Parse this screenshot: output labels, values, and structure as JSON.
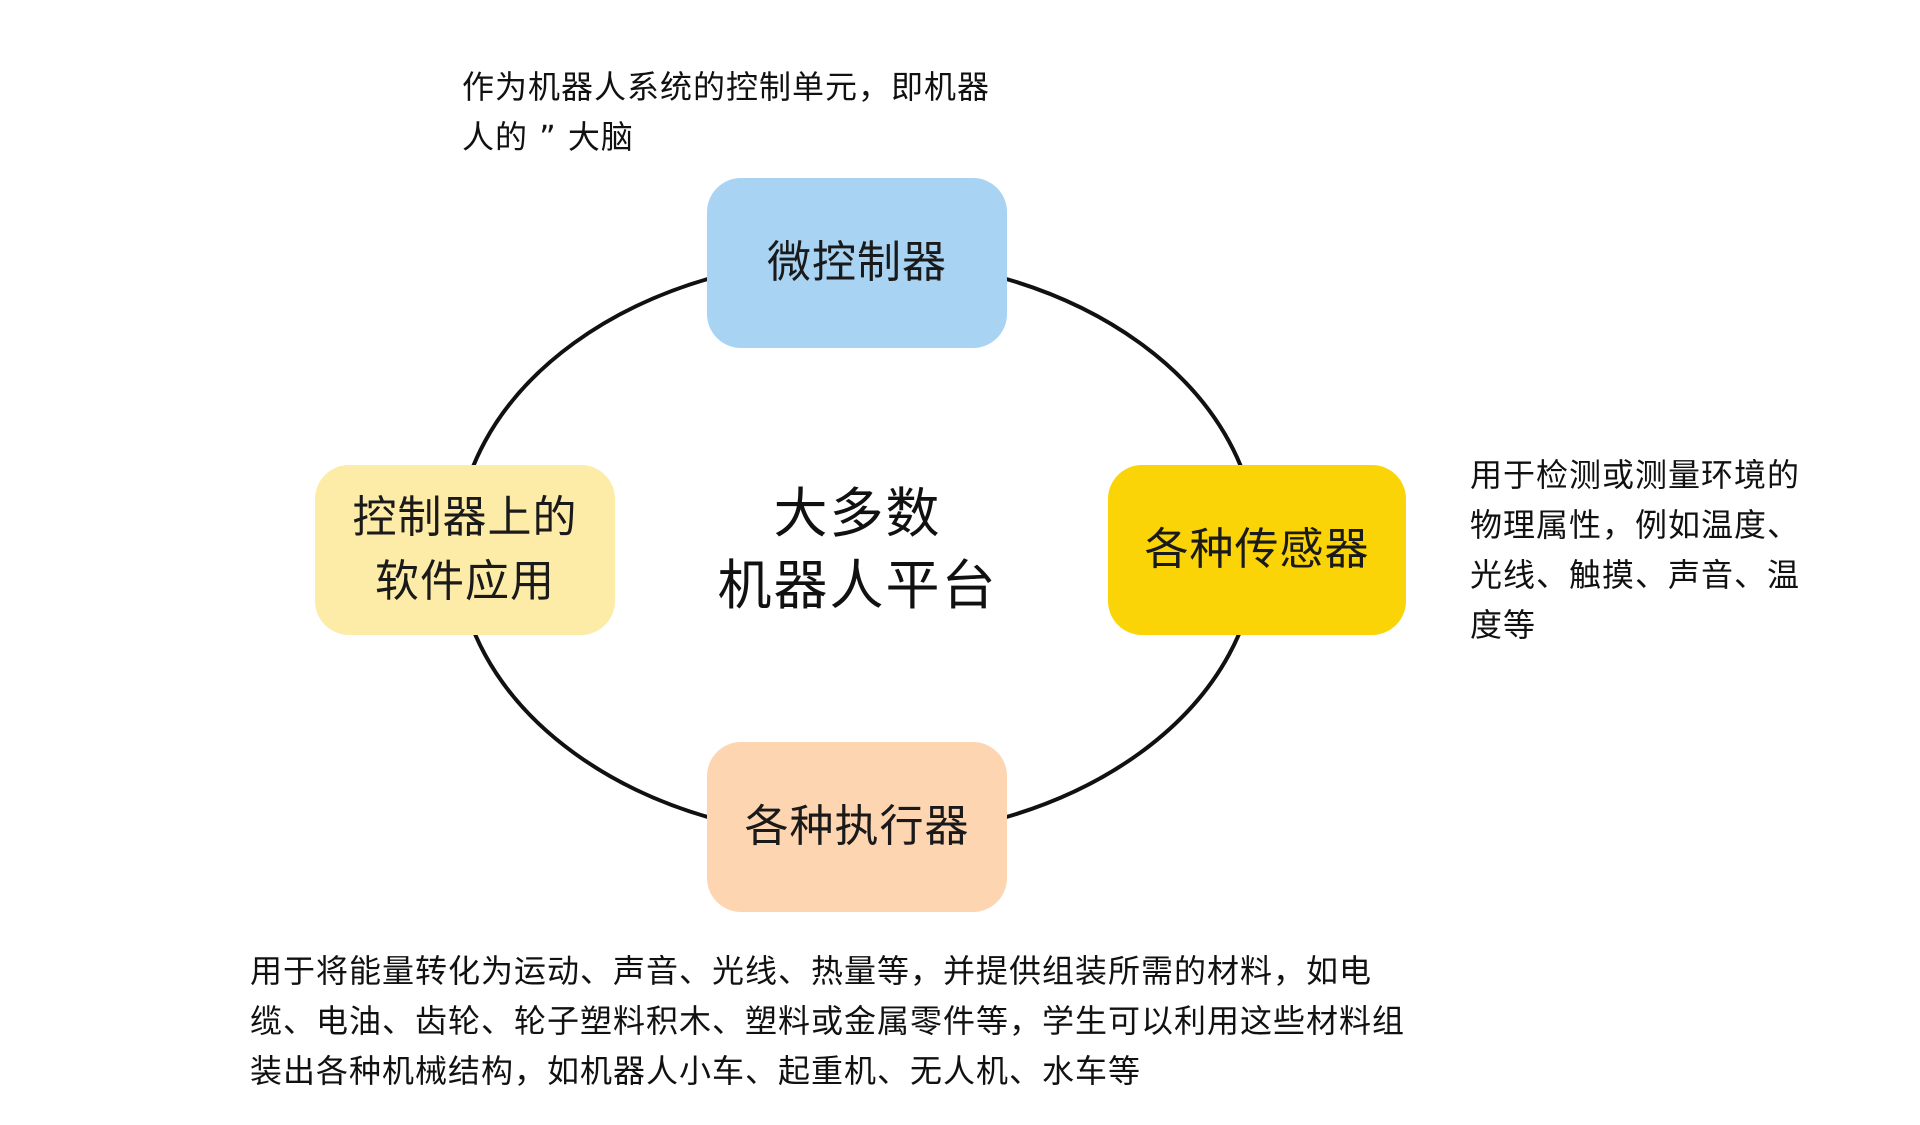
{
  "center_label": "大多数\n机器人平台",
  "nodes": {
    "top": {
      "label": "微控制器",
      "color": "#A9D3F2"
    },
    "right": {
      "label": "各种传感器",
      "color": "#FBD407"
    },
    "bottom": {
      "label": "各种执行器",
      "color": "#FDD5B1"
    },
    "left": {
      "label": "控制器上的\n软件应用",
      "color": "#FDEBA8"
    }
  },
  "notes": {
    "top": "作为机器人系统的控制单元，即机器\n人的 ” 大脑",
    "right": "用于检测或测量环境的\n物理属性，例如温度、\n光线、触摸、声音、温\n度等",
    "bottom": "用于将能量转化为运动、声音、光线、热量等，并提供组装所需的材料，如电\n缆、电油、齿轮、轮子塑料积木、塑料或金属零件等，学生可以利用这些材料组\n装出各种机械结构，如机器人小车、起重机、无人机、水车等"
  },
  "ring_color": "#111111"
}
